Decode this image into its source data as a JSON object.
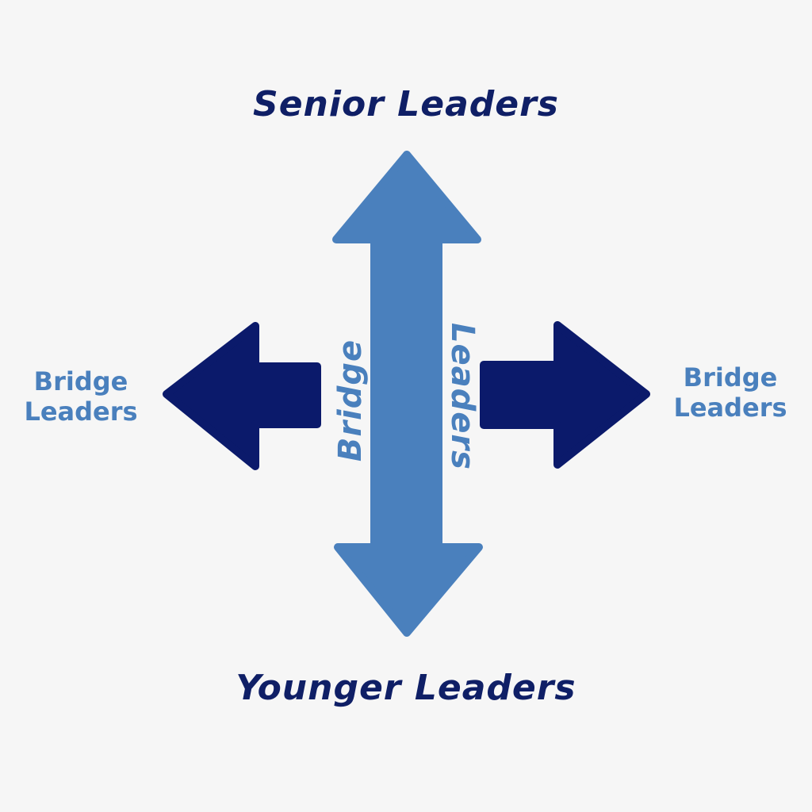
{
  "top_label": "Senior Leaders",
  "bottom_label": "Younger Leaders",
  "left_label": {
    "line1": "Bridge",
    "line2": "Leaders"
  },
  "right_label": {
    "line1": "Bridge",
    "line2": "Leaders"
  },
  "center_arrow": {
    "left_text": "Bridge",
    "right_text": "Leaders"
  },
  "colors": {
    "navy": "#0b1a6b",
    "light_blue": "#4a80bd",
    "background": "#f6f6f6"
  }
}
